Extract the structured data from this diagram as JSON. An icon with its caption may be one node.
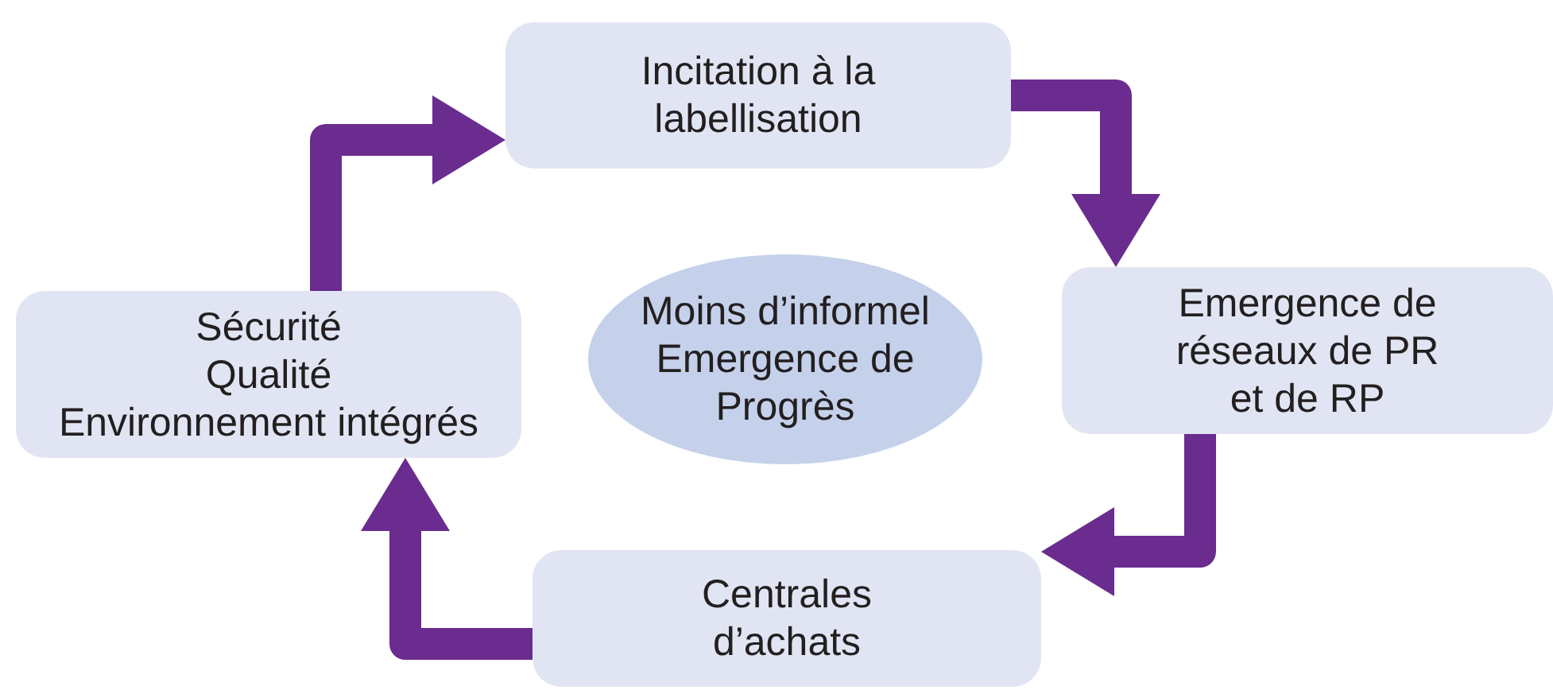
{
  "diagram": {
    "nodes": [
      {
        "text": [
          "Incitation à la labellisation"
        ]
      },
      {
        "text": [
          "Emergence de réseaux de PR et de RP"
        ]
      },
      {
        "text": [
          "Centrales d’achats"
        ]
      },
      {
        "text": [
          "Sécurité",
          "Qualité",
          "Environnement intégrés"
        ]
      },
      {
        "text": [
          "Moins d’informel Emergence de Progrès"
        ]
      }
    ],
    "edges": [
      {
        "from": 0,
        "to": 1,
        "arrow": "to"
      },
      {
        "from": 1,
        "to": 2,
        "arrow": "to"
      },
      {
        "from": 2,
        "to": 3,
        "arrow": "to"
      },
      {
        "from": 3,
        "to": 0,
        "arrow": "to"
      }
    ]
  }
}
